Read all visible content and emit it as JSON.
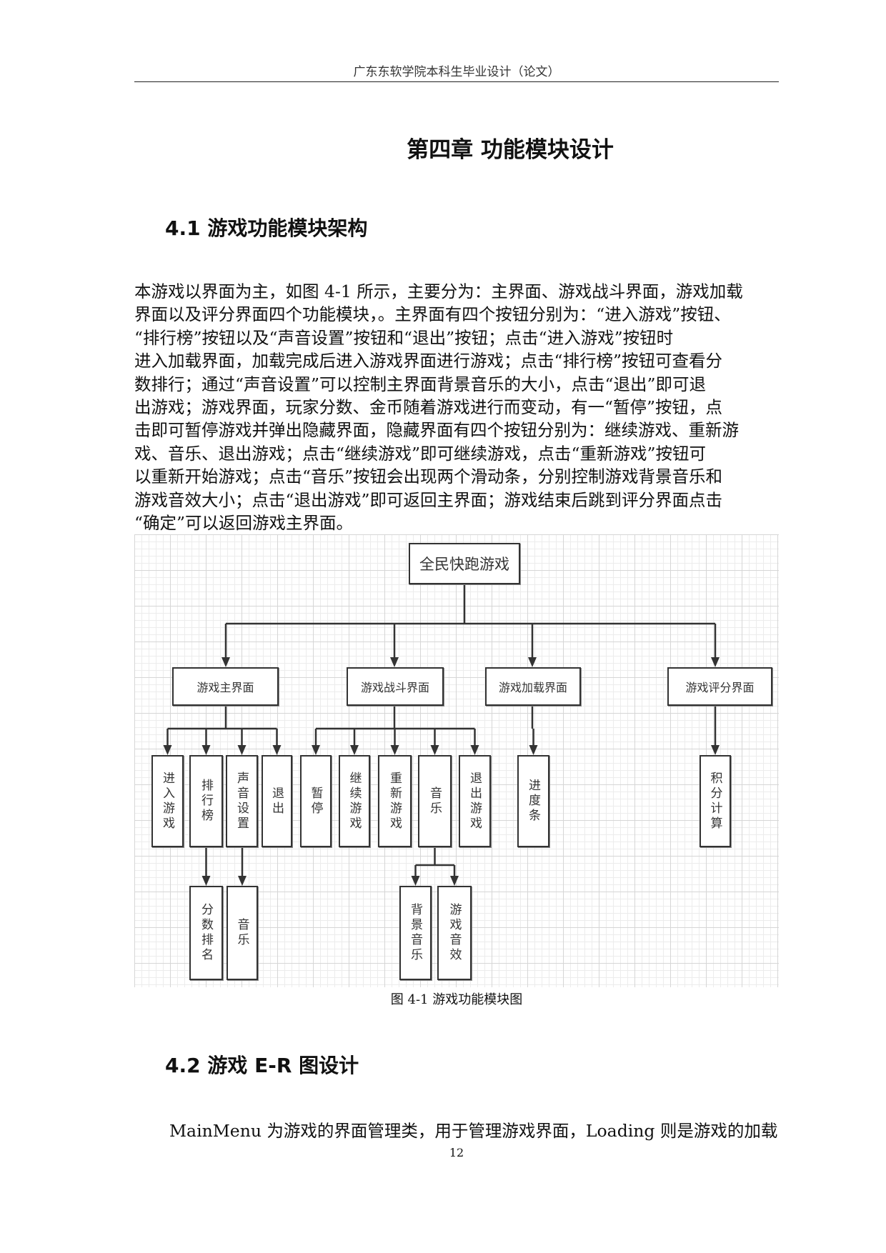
{
  "header": "广东东软学院本科生毕业设计（论文）",
  "chapter_title": "第四章  功能模块设计",
  "section_1": "4.1 游戏功能模块架构",
  "paragraph_lines": [
    "本游戏以界面为主，如图 4-1 所示，主要分为：主界面、游戏战斗界面，游戏加载",
    "界面以及评分界面四个功能模块，。主界面有四个按钮分别为：“进入游戏”按钮、",
    "“排行榜”按钮以及“声音设置”按钮和“退出”按钮；点击“进入游戏”按钮时",
    "进入加载界面，加载完成后进入游戏界面进行游戏；点击“排行榜”按钮可查看分",
    "数排行；通过“声音设置”可以控制主界面背景音乐的大小，点击“退出”即可退",
    "出游戏；游戏界面，玩家分数、金币随着游戏进行而变动，有一“暂停”按钮，点",
    "击即可暂停游戏并弹出隐藏界面，隐藏界面有四个按钮分别为：继续游戏、重新游",
    "戏、音乐、退出游戏；点击“继续游戏”即可继续游戏，点击“重新游戏”按钮可",
    "以重新开始游戏；点击“音乐”按钮会出现两个滑动条，分别控制游戏背景音乐和",
    "游戏音效大小；点击“退出游戏”即可返回主界面；游戏结束后跳到评分界面点击",
    "“确定”可以返回游戏主界面。"
  ],
  "diagram": {
    "root": "全民快跑游戏",
    "modules": [
      {
        "label": "游戏主界面",
        "children": [
          {
            "label": "进入游戏"
          },
          {
            "label": "排行榜",
            "children": [
              {
                "label": "分数排名"
              }
            ]
          },
          {
            "label": "声音设置",
            "children": [
              {
                "label": "音乐"
              }
            ]
          },
          {
            "label": "退出"
          }
        ]
      },
      {
        "label": "游戏战斗界面",
        "children": [
          {
            "label": "暂停"
          },
          {
            "label": "继续游戏"
          },
          {
            "label": "重新游戏"
          },
          {
            "label": "音乐",
            "children": [
              {
                "label": "背景音乐"
              },
              {
                "label": "游戏音效"
              }
            ]
          },
          {
            "label": "退出游戏"
          }
        ]
      },
      {
        "label": "游戏加载界面",
        "children": [
          {
            "label": "进度条"
          }
        ]
      },
      {
        "label": "游戏评分界面",
        "children": [
          {
            "label": "积分计算"
          }
        ]
      }
    ]
  },
  "figure_caption": "图 4-1 游戏功能模块图",
  "section_2": "4.2 游戏 E-R 图设计",
  "last_line": "MainMenu 为游戏的界面管理类，用于管理游戏界面，Loading 则是游戏的加载",
  "page_number": "12"
}
